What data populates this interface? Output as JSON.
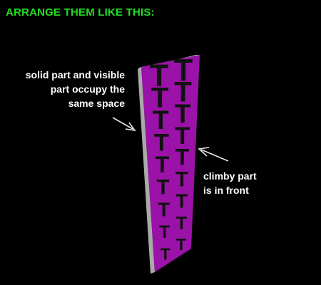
{
  "header": {
    "title": "ARRANGE THEM LIKE THIS:"
  },
  "annotations": {
    "solid_line1": "solid part and visible",
    "solid_line2": "part occupy the",
    "solid_line3": "same space",
    "climby_line1": "climby part",
    "climby_line2": "is in front"
  },
  "ladder": {
    "glyph": "T",
    "rungs": 9
  },
  "colors": {
    "background": "#000000",
    "title": "#22dd22",
    "annotation_text": "#ffffff",
    "ladder_front": "#9b12a8",
    "ladder_top": "#d7d7d7",
    "ladder_side": "#aaaaaa",
    "glyph": "#111111",
    "arrow": "#e6e6e6"
  }
}
